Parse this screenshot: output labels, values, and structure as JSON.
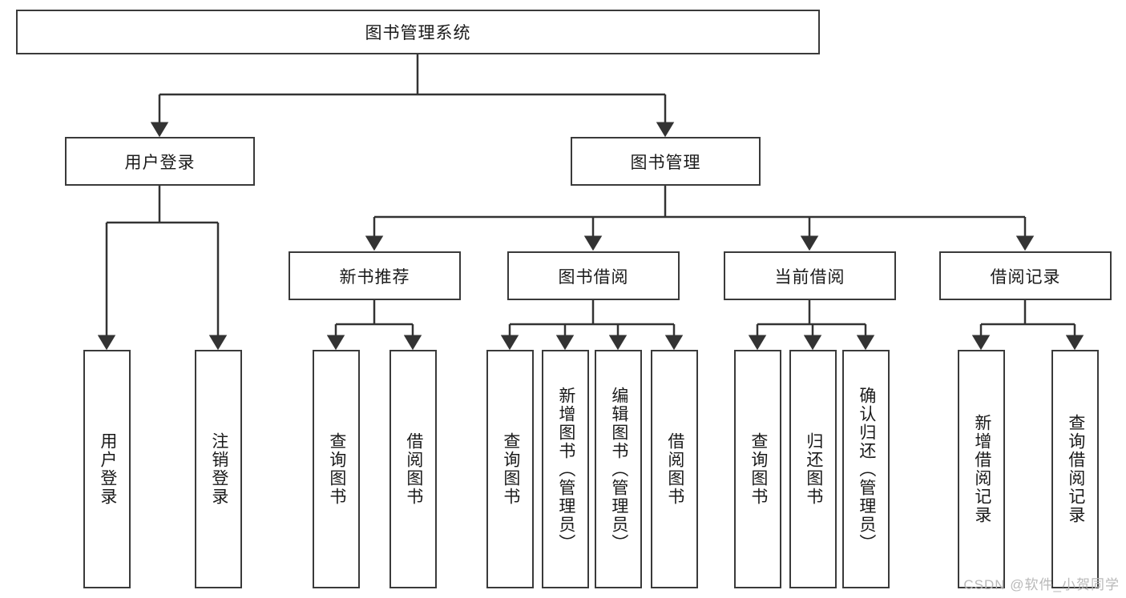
{
  "diagram": {
    "type": "tree-hierarchy",
    "title": "图书管理系统",
    "orientation": "top-down",
    "colors": {
      "box_border": "#3a3a3a",
      "box_fill": "#ffffff",
      "link": "#333333",
      "text": "#1a1a1a",
      "watermark": "#b9b9b9",
      "background": "#ffffff"
    },
    "levels": {
      "root": {
        "label": "图书管理系统"
      },
      "level2": [
        {
          "label": "用户登录"
        },
        {
          "label": "图书管理"
        }
      ],
      "level3": [
        {
          "label": "新书推荐"
        },
        {
          "label": "图书借阅"
        },
        {
          "label": "当前借阅"
        },
        {
          "label": "借阅记录"
        }
      ]
    },
    "leaves": {
      "user_login": [
        {
          "label": "用户登录"
        },
        {
          "label": "注销登录"
        }
      ],
      "new_book_recommend": [
        {
          "label": "查询图书"
        },
        {
          "label": "借阅图书"
        }
      ],
      "book_borrow": [
        {
          "label": "查询图书"
        },
        {
          "label": "新增图书（管理员）"
        },
        {
          "label": "编辑图书（管理员）"
        },
        {
          "label": "借阅图书"
        }
      ],
      "current_borrow": [
        {
          "label": "查询图书"
        },
        {
          "label": "归还图书"
        },
        {
          "label": "确认归还（管理员）"
        }
      ],
      "borrow_record": [
        {
          "label": "新增借阅记录"
        },
        {
          "label": "查询借阅记录"
        }
      ]
    },
    "watermark": "CSDN @软件_小贺同学"
  }
}
